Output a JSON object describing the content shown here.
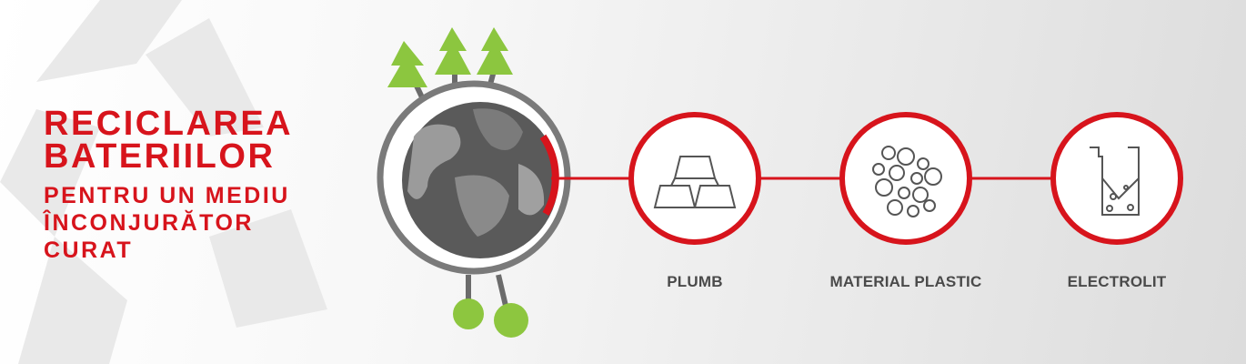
{
  "title": {
    "line1": "RECICLAREA",
    "line2": "BATERIILOR"
  },
  "subtitle": {
    "line1": "PENTRU UN MEDIU",
    "line2": "ÎNCONJURĂTOR",
    "line3": "CURAT"
  },
  "steps": [
    {
      "label": "PLUMB",
      "icon": "lead-ingots-icon"
    },
    {
      "label": "MATERIAL PLASTIC",
      "icon": "plastic-granules-icon"
    },
    {
      "label": "ELECTROLIT",
      "icon": "electrolyte-beaker-icon"
    }
  ],
  "colors": {
    "accent": "#d7141c",
    "globe_dark": "#5a5a5a",
    "tree_green": "#8cc63f",
    "ball_green": "#8dc63f",
    "icon_gray": "#555555"
  }
}
